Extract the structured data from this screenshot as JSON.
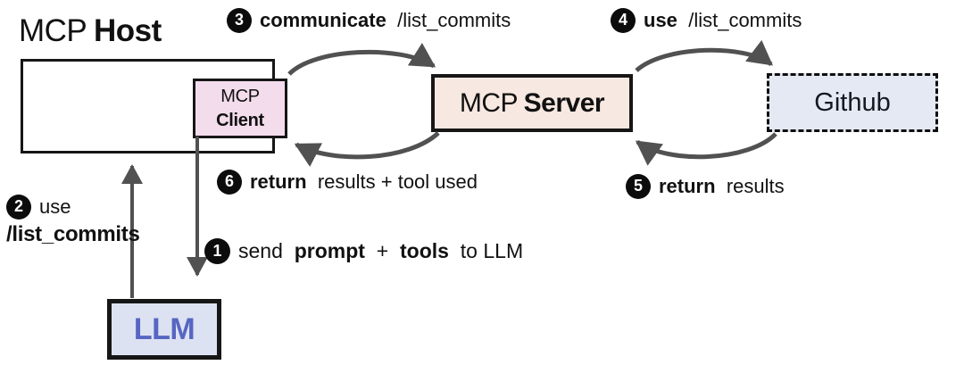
{
  "colors": {
    "arrow": "#515151",
    "border": "#161616",
    "client_bg": "#f3dcec",
    "server_bg": "#f7e8e1",
    "github_bg": "#e4e9f3",
    "llm_bg": "#dce2f2",
    "llm_text": "#5766c2"
  },
  "title": {
    "mcp": "MCP",
    "host": "Host"
  },
  "boxes": {
    "client": {
      "line1": "MCP",
      "line2": "Client"
    },
    "server": {
      "mcp": "MCP",
      "name": "Server"
    },
    "github": {
      "label": "Github"
    },
    "llm": {
      "label": "LLM"
    }
  },
  "steps": {
    "s1": {
      "num": "1",
      "pre": "send",
      "bold1": "prompt",
      "plus": "+",
      "bold2": "tools",
      "post": "to LLM"
    },
    "s2": {
      "num": "2",
      "word": "use",
      "path": "/list_commits"
    },
    "s3": {
      "num": "3",
      "bold": "communicate",
      "rest": "/list_commits"
    },
    "s4": {
      "num": "4",
      "bold": "use",
      "rest": "/list_commits"
    },
    "s5": {
      "num": "5",
      "bold": "return",
      "rest": "results"
    },
    "s6": {
      "num": "6",
      "bold": "return",
      "rest": "results + tool used"
    }
  }
}
